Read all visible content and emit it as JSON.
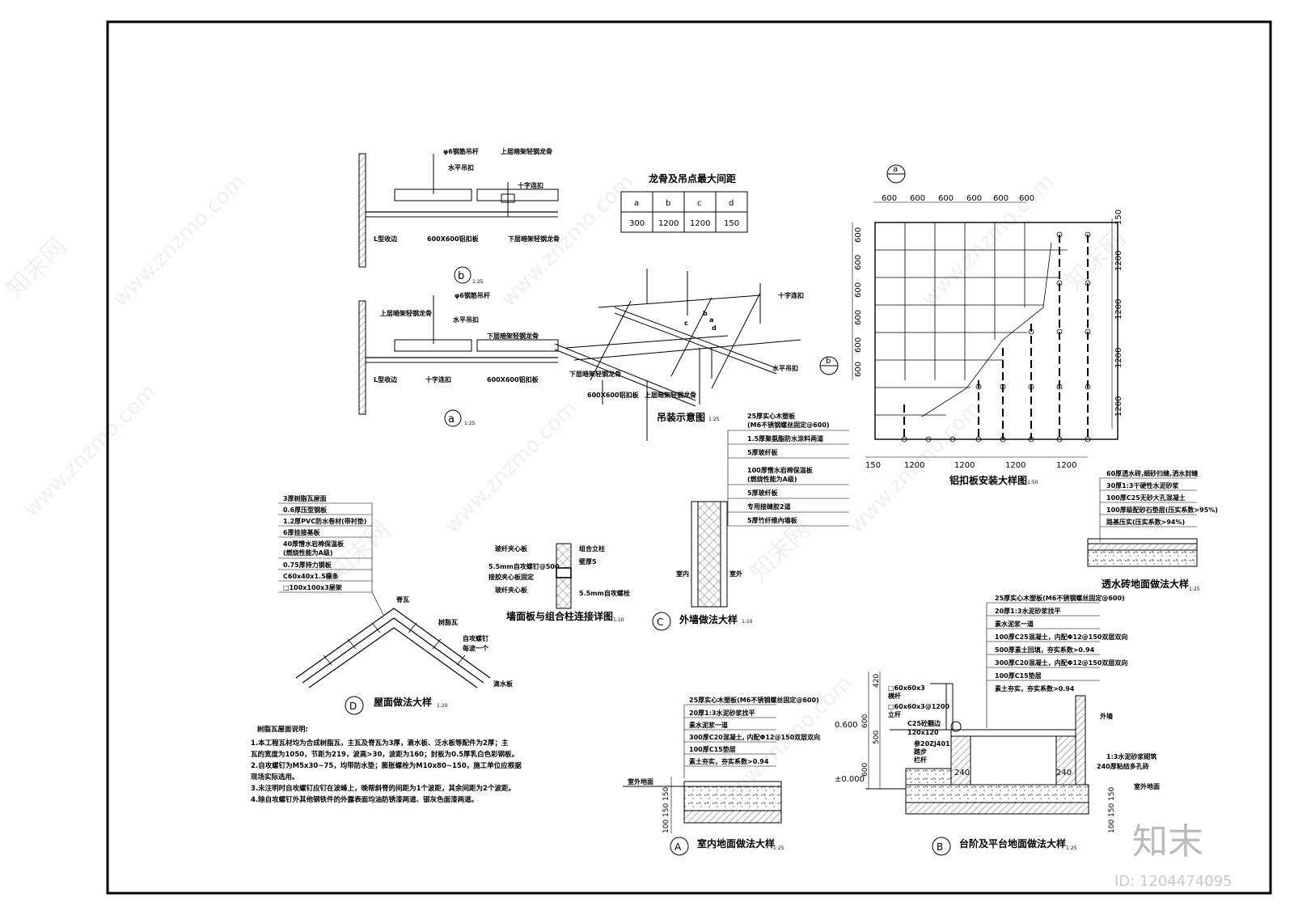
{
  "ceiling_b": {
    "labels": [
      "φ6钢筋吊杆",
      "上层暗架轻钢龙骨",
      "水平吊扣",
      "十字连扣",
      "L型收边",
      "600X600铝扣板",
      "下层暗架轻钢龙骨"
    ],
    "marker": "b",
    "scale": "1:25"
  },
  "ceiling_a": {
    "labels": [
      "φ6钢筋吊杆",
      "上层暗架轻钢龙骨",
      "水平吊扣",
      "下层暗架轻钢龙骨",
      "L型收边",
      "十字连扣",
      "600X600铝扣板"
    ],
    "marker": "a",
    "scale": "1:25"
  },
  "spacing_table": {
    "title": "龙骨及吊点最大间距",
    "headers": [
      "a",
      "b",
      "c",
      "d"
    ],
    "values": [
      "300",
      "1200",
      "1200",
      "150"
    ]
  },
  "hanging": {
    "labels": [
      "十字连扣",
      "下层暗架轻钢龙骨",
      "600X600铝扣板",
      "上层暗架轻钢龙骨",
      "水平吊扣"
    ],
    "letters": [
      "a",
      "b",
      "c",
      "d"
    ],
    "title": "吊装示意图",
    "scale": "1:25"
  },
  "plan": {
    "marker_top": "a",
    "marker_left": "b",
    "top_dims": [
      "600",
      "600",
      "600",
      "600",
      "600",
      "600"
    ],
    "left_dims": [
      "600",
      "600",
      "600",
      "600",
      "600",
      "600"
    ],
    "right_dims": [
      "150",
      "1200",
      "1200",
      "1200",
      "1200"
    ],
    "bottom_dims": [
      "150",
      "1200",
      "1200",
      "1200",
      "1200"
    ],
    "title": "铝扣板安装大样图",
    "scale": "1:50"
  },
  "wall_c": {
    "layers": [
      "25厚实心木塑板",
      "(M6不锈钢螺丝固定@600)",
      "1.5厚聚氨酯防水涂料两道",
      "5厚玻纤板",
      "100厚憎水岩棉保温板",
      "(燃烧性能为A级)",
      "5厚玻纤板",
      "专用接缝胶2道",
      "5厚竹纤维內墙板"
    ],
    "inside": "室内",
    "outside": "室外",
    "marker": "C",
    "title": "外墙做法大样",
    "scale": "1:10"
  },
  "joint": {
    "labels": [
      "玻纤夹心板",
      "5.5mm自攻螺钉@500",
      "接胶夹心板固定",
      "玻纤夹心板",
      "组合立柱",
      "壁厚5",
      "5.5mm自攻螺栓"
    ],
    "title": "墙面板与组合柱连接详图",
    "scale": "1:10"
  },
  "roof_d": {
    "layers": [
      "3厚树脂瓦屋面",
      "0.6厚压型钢板",
      "1.2厚PVC防水卷材(带衬垫)",
      "6厚挂接基板",
      "40厚憎水岩棉保温板",
      "(燃烧性能为A级)",
      "0.75厚持力钢板",
      "C60x40x1.5檩条",
      "□100x100x3屋架"
    ],
    "callouts": [
      "脊瓦",
      "树脂瓦",
      "自攻螺钉",
      "每波一个",
      "滴水板"
    ],
    "marker": "D",
    "title": "屋面做法大样",
    "scale": "1:20"
  },
  "roof_notes": {
    "title": "树脂瓦屋面说明:",
    "lines": [
      "1.本工程瓦材均为合成树脂瓦，主瓦及脊瓦为3厚，滴水板、泛水板等配件为2厚；主",
      "  瓦的宽度为1050，节距为219，波高>30，波距为160；封板为0.5厚乳白色彩钢板。",
      "2.自攻螺钉为M5x30~75，均带防水垫；膨胀螺栓为M10x80~150，施工单位应根据",
      "  现场实际选用。",
      "3.未注明时自攻螺钉应钉在波峰上，晚帮斜脊的间距为1个波距，其余间距为2个波距。",
      "4.除自攻螺钉外其他钢铁件的外露表面均油防锈漆两道、银灰色面漆两道。"
    ]
  },
  "paver": {
    "layers": [
      "60厚透水砖,细砂扫缝,洒水封缝",
      "30厚1:3干硬性水泥砂浆",
      "100厚C25无砂大孔混凝土",
      "100厚级配砂石垫层(压实系数>95%)",
      "路基压实(压实系数>94%)"
    ],
    "title": "透水砖地面做法大样",
    "scale": "1:25"
  },
  "floor_a": {
    "layers": [
      "25厚实心木塑板(M6不锈钢螺丝固定@600)",
      "20厚1:3水泥砂浆找平",
      "素水泥浆一道",
      "300厚C20混凝土, 内配Φ12@150双层双向",
      "100厚C15垫层",
      "素土夯实，夯实系数>0.94"
    ],
    "ground": "室外地面",
    "dims": [
      "100",
      "150",
      "150"
    ],
    "marker": "A",
    "title": "室内地面做法大样",
    "scale": "1:25"
  },
  "step_b": {
    "layers": [
      "25厚实心木塑板(M6不锈钢螺丝固定@600)",
      "20厚1:3水泥砂浆找平",
      "素水泥浆一道",
      "100厚C25混凝土，内配Φ12@150双层双向",
      "500厚素土回填，夯实系数>0.94",
      "300厚C20混凝土，内配Φ12@150双层双向",
      "100厚C15垫层",
      "素土夯实，夯实系数>0.94"
    ],
    "rail": [
      "□60x60x3",
      "横杆",
      "□60x60x3@1200",
      "立杆",
      "C25砼翻边",
      "120x120",
      "参20ZJ401",
      "踏步",
      "栏杆"
    ],
    "levels": [
      "0.600",
      "±0.000"
    ],
    "left_dims": [
      "600",
      "420",
      "600",
      "500",
      "100",
      "150",
      "150"
    ],
    "inner": [
      "240",
      "240"
    ],
    "right_notes": [
      "外墙",
      "1:3水泥砂浆砌筑",
      "240厚粘结多孔砖",
      "室外地面"
    ],
    "marker": "B",
    "title": "台阶及平台地面做法大样",
    "scale": "1:25"
  },
  "watermark": {
    "site": "www.znzmo.com",
    "brand": "知末网",
    "logo": "知末",
    "id": "ID: 1204474095"
  }
}
